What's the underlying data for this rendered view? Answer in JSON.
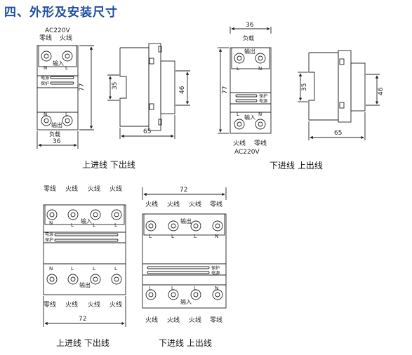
{
  "title": "四、外形及安装尺寸",
  "captions": {
    "top_left": "上进线  下出线",
    "top_right": "下进线  上出线",
    "bottom_left": "上进线  下出线",
    "bottom_right": "下进线  上出线"
  },
  "labels": {
    "neutral": "零线",
    "live": "火线",
    "ac": "AC220V",
    "input": "输入",
    "output": "输出",
    "load": "负载",
    "power": "电源",
    "protect": "保护",
    "N": "N",
    "L": "L"
  },
  "dims": {
    "w36": "36",
    "h77": "77",
    "h35": "35",
    "h46": "46",
    "d65": "65",
    "w72": "72"
  },
  "colors": {
    "title": "#1f4f9e",
    "line": "#222222"
  }
}
